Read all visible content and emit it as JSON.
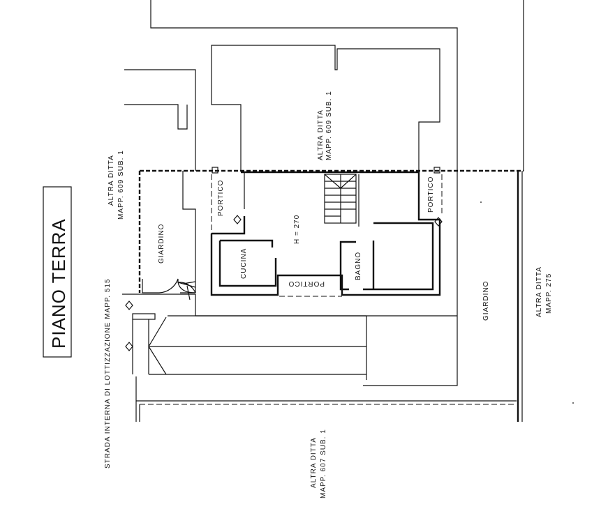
{
  "title": "PIANO TERRA",
  "labels": {
    "altra_ditta_top": "ALTRA DITTA",
    "mapp_609_top": "MAPP. 609 SUB. 1",
    "altra_ditta_left": "ALTRA DITTA",
    "mapp_609_left": "MAPP. 609 SUB. 1",
    "strada": "STRADA INTERNA DI LOTTIZZAZIONE MAPP. 515",
    "giardino_left": "GIARDINO",
    "giardino_right": "GIARDINO",
    "portico_left": "PORTICO",
    "portico_right": "PORTICO",
    "portico_bottom": "PORTICO",
    "cucina": "CUCINA",
    "bagno": "BAGNO",
    "height": "H = 270",
    "altra_ditta_275": "ALTRA DITTA",
    "mapp_275": "MAPP. 275",
    "altra_ditta_607": "ALTRA DITTA",
    "mapp_607": "MAPP. 607 SUB. 1"
  }
}
